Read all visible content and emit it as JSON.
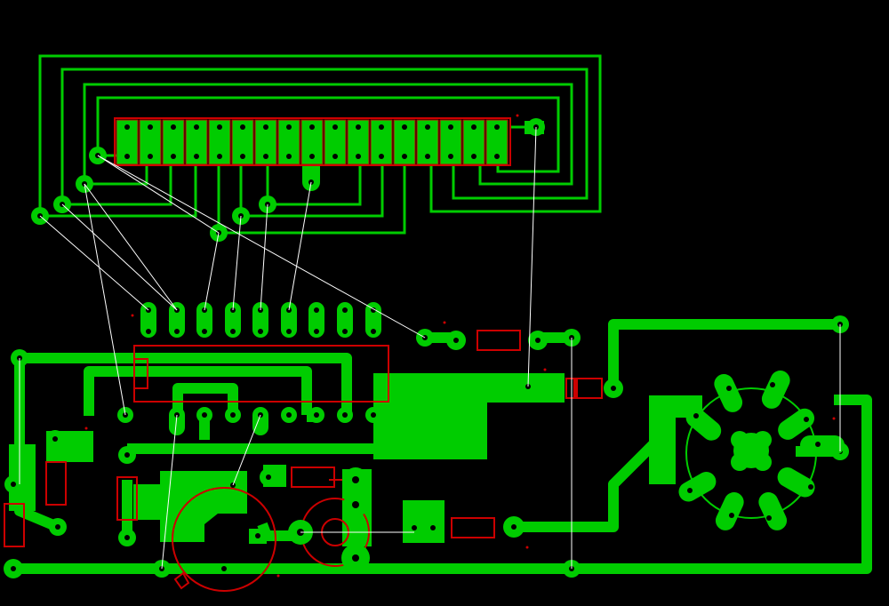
{
  "board": {
    "title": "",
    "colors": {
      "background": "#000000",
      "copper": "#00cc00",
      "silkscreen": "#cc0000",
      "ratsnest": "#ffffff",
      "drill": "#000000"
    },
    "layers": [
      "copper",
      "silkscreen",
      "ratsnest"
    ]
  }
}
